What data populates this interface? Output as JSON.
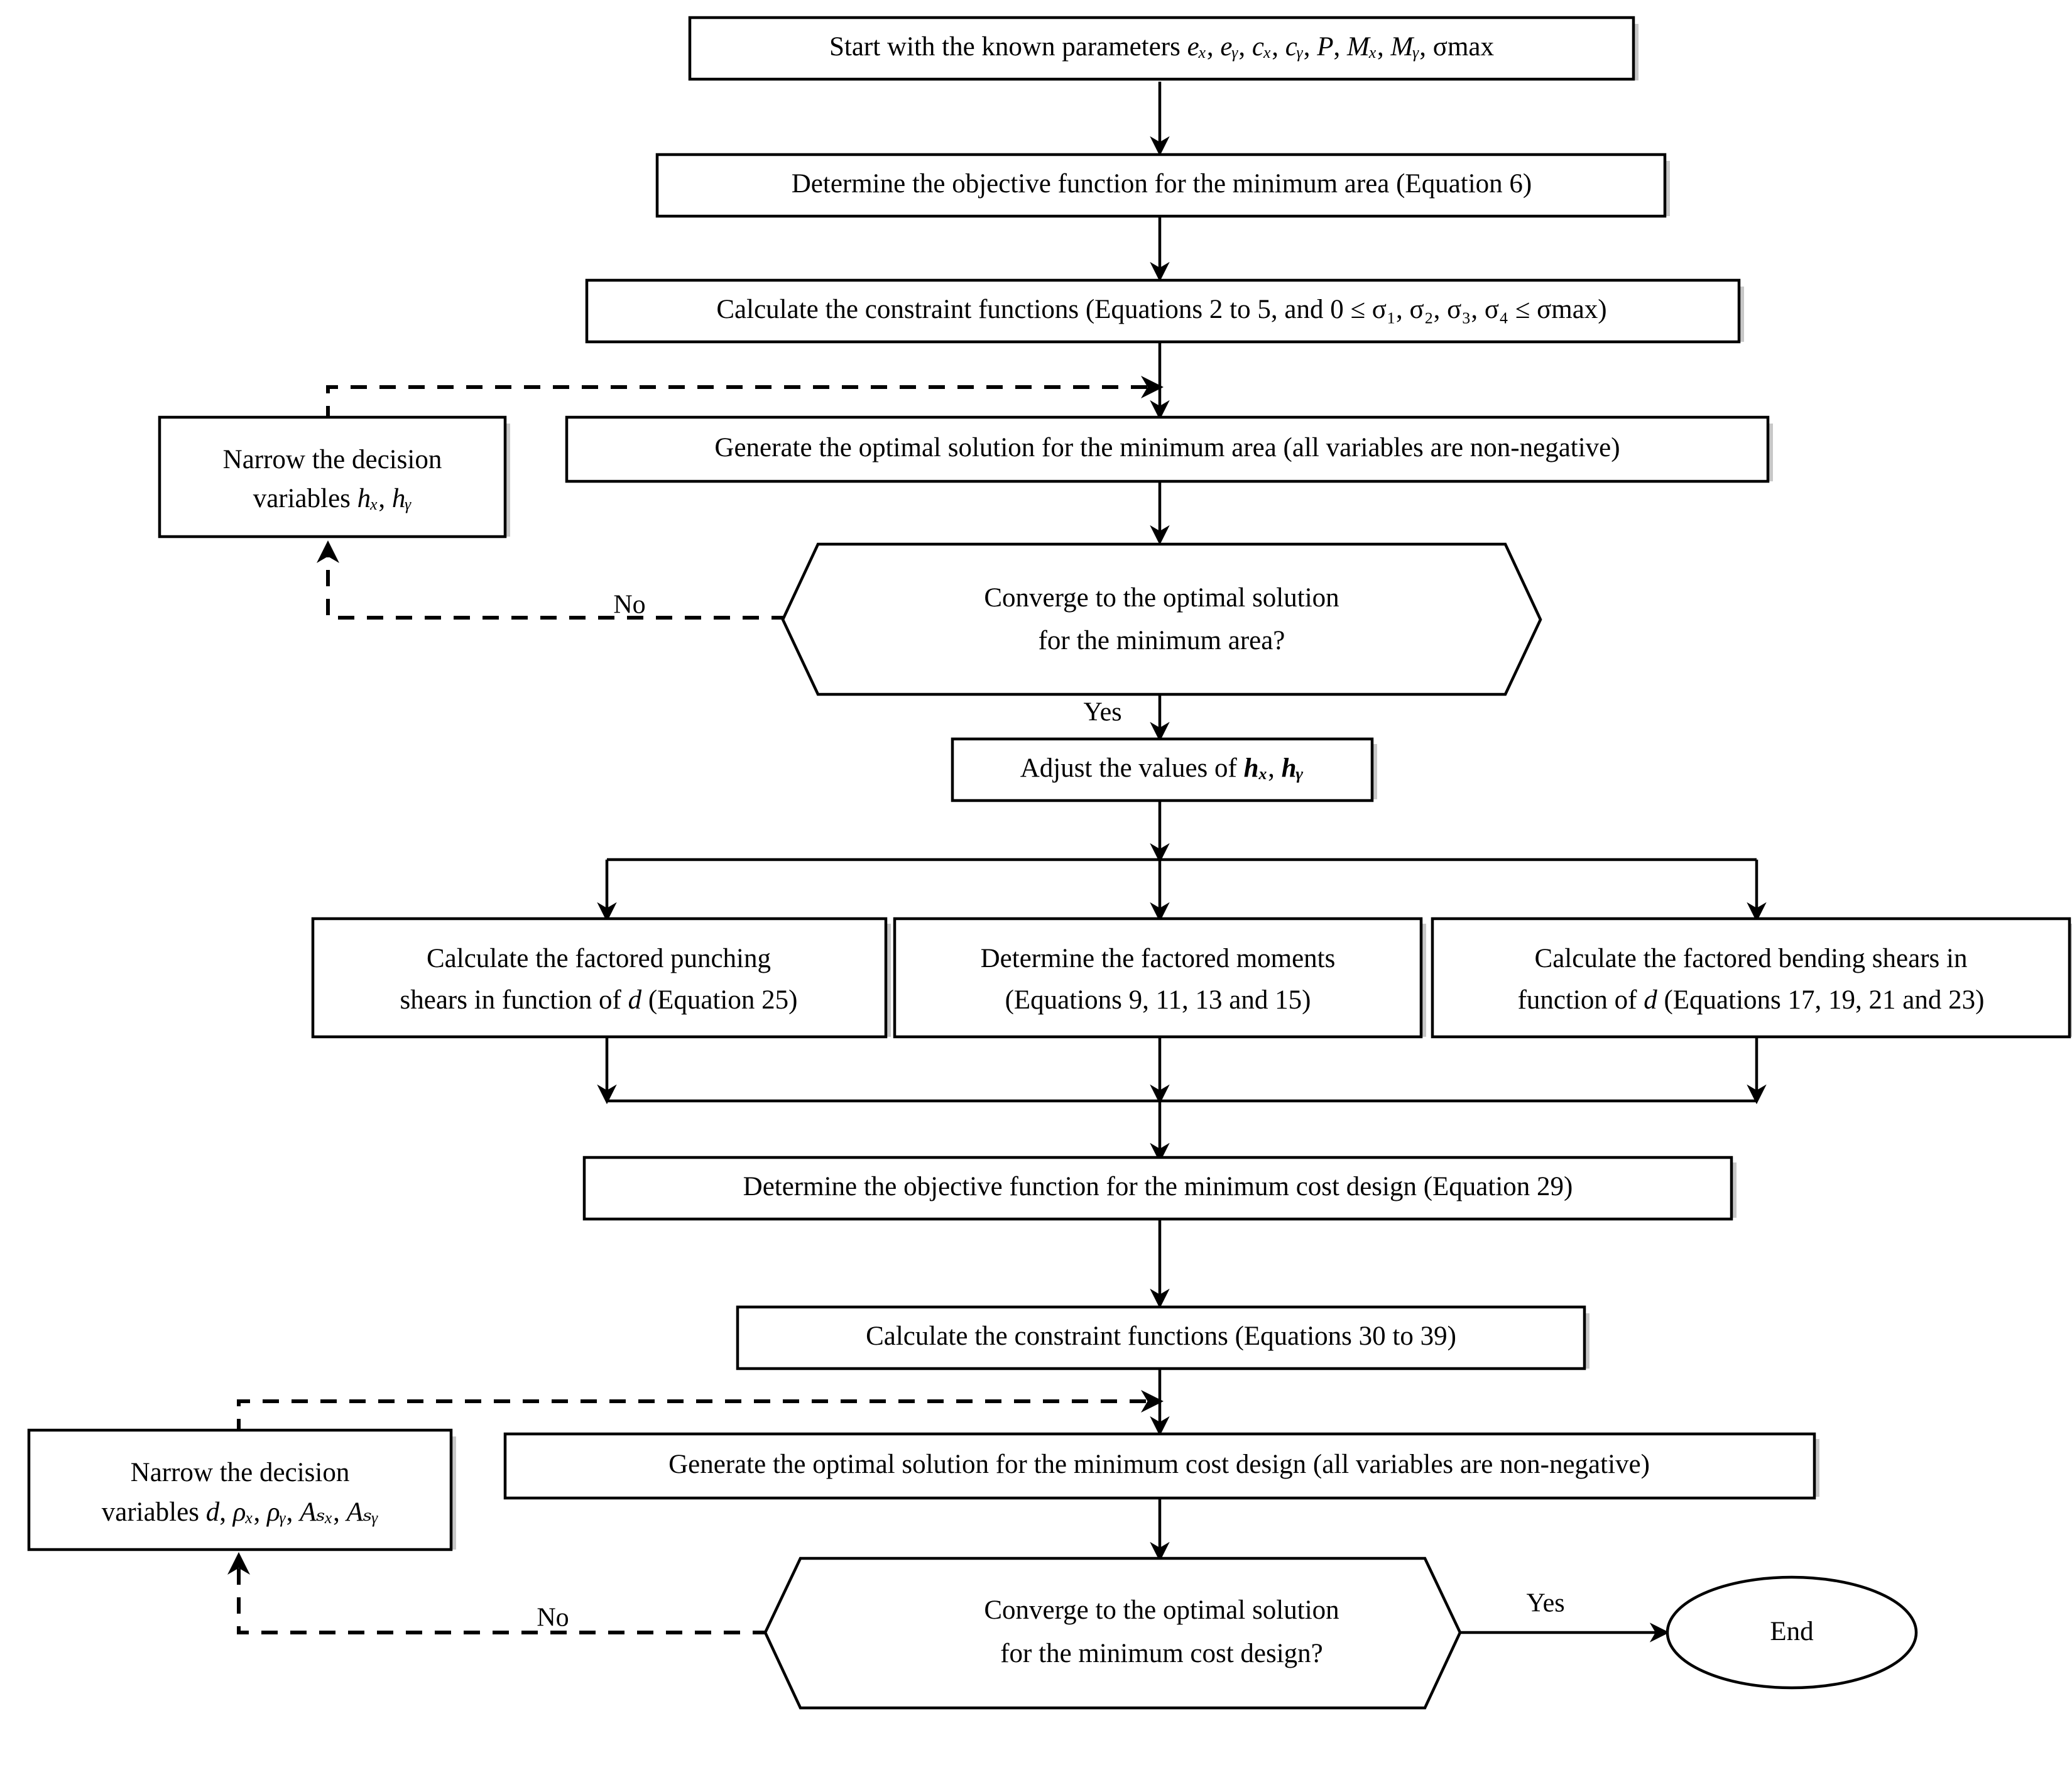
{
  "diagram": {
    "title": "Optimization flowchart for minimum area and minimum cost design",
    "type": "flowchart",
    "background_color": "#ffffff",
    "line_color": "#000000",
    "shape_fill": "#ffffff"
  },
  "nodes": {
    "start": {
      "shape": "process",
      "text_plain": "Start with the known parameters ex, ey, cx, cy, P, Mx, My, σmax",
      "prefix": "Start with the known parameters ",
      "vars": [
        "eₓ",
        "eᵧ",
        "cₓ",
        "cᵧ",
        "P",
        "Mₓ",
        "Mᵧ",
        "σmax"
      ]
    },
    "objective_area": {
      "shape": "process",
      "text": "Determine the objective function for the minimum area (Equation 6)"
    },
    "constraints_area": {
      "shape": "process",
      "prefix": "Calculate the constraint functions (Equations 2 to 5, and 0 ≤ ",
      "suffix": ")",
      "vars": [
        "σ₁",
        "σ₂",
        "σ₃",
        "σ₄"
      ],
      "tail": " ≤ σmax"
    },
    "narrow_area": {
      "shape": "process",
      "line1": "Narrow the decision",
      "line2_prefix": "variables ",
      "line2_vars": [
        "hₓ",
        "hᵧ"
      ]
    },
    "generate_area": {
      "shape": "process",
      "text": "Generate the optimal solution for the minimum area (all variables are non-negative)"
    },
    "converge_area": {
      "shape": "decision",
      "line1": "Converge to the optimal solution",
      "line2": "for the minimum area?"
    },
    "adjust_h": {
      "shape": "process",
      "prefix": "Adjust the values of ",
      "vars": [
        "hₓ",
        "hᵧ"
      ]
    },
    "punching_shears": {
      "shape": "process",
      "line1": "Calculate the factored punching",
      "line2_prefix": "shears in function of ",
      "line2_var": "d",
      "line2_suffix": " (Equation 25)"
    },
    "factored_moments": {
      "shape": "process",
      "line1": "Determine the factored moments",
      "line2": "(Equations 9, 11, 13 and 15)"
    },
    "bending_shears": {
      "shape": "process",
      "line1": "Calculate the factored bending shears in",
      "line2_prefix": "function of ",
      "line2_var": "d",
      "line2_suffix": " (Equations 17, 19, 21 and 23)"
    },
    "objective_cost": {
      "shape": "process",
      "text": "Determine the objective function for the minimum cost design (Equation 29)"
    },
    "constraints_cost": {
      "shape": "process",
      "text": "Calculate the constraint functions (Equations 30 to 39)"
    },
    "narrow_cost": {
      "shape": "process",
      "line1": "Narrow the decision",
      "line2_prefix": "variables ",
      "line2_vars": [
        "d",
        "ρₓ",
        "ρᵧ",
        "Aₛₓ",
        "Aₛᵧ"
      ]
    },
    "generate_cost": {
      "shape": "process",
      "text": "Generate the optimal solution for the minimum cost design (all variables are non-negative)"
    },
    "converge_cost": {
      "shape": "decision",
      "line1": "Converge to the optimal solution",
      "line2": "for the minimum cost design?"
    },
    "end": {
      "shape": "terminator",
      "text": "End"
    }
  },
  "edge_labels": {
    "no_area": "No",
    "yes_area": "Yes",
    "no_cost": "No",
    "yes_cost": "Yes"
  }
}
